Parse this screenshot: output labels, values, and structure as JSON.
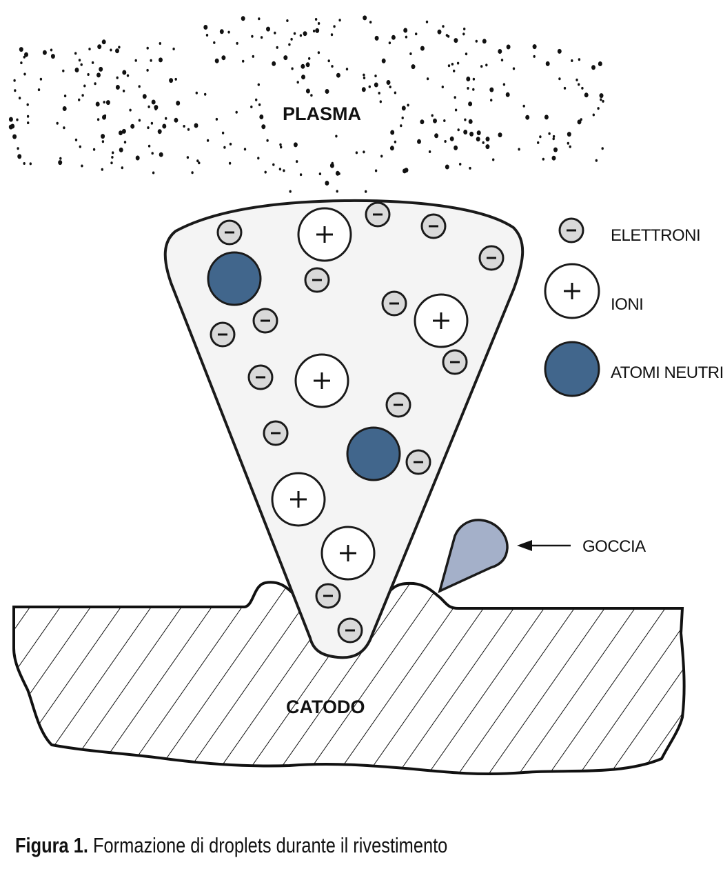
{
  "figure": {
    "labels": {
      "plasma": "PLASMA",
      "cathode": "CATODO",
      "droplet": "GOCCIA"
    },
    "legend": [
      {
        "key": "electron",
        "label": "ELETTRONI",
        "symbol": "−"
      },
      {
        "key": "ion",
        "label": "IONI",
        "symbol": "+"
      },
      {
        "key": "neutral",
        "label": "ATOMI NEUTRI",
        "symbol": ""
      }
    ],
    "caption": {
      "prefix": "Figura 1.",
      "text": "Formazione di droplets durante il rivestimento"
    },
    "colors": {
      "electron_fill": "#d9d9d9",
      "ion_fill": "#ffffff",
      "neutral_fill": "#41668c",
      "droplet_fill": "#a4b0c9",
      "plume_fill": "#f4f4f4",
      "stroke": "#1a1a1a"
    }
  }
}
